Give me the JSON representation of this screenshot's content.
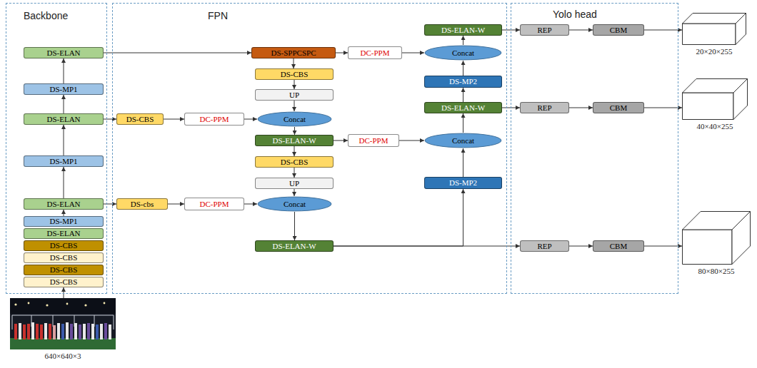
{
  "diagram": {
    "nodes": [
      {
        "text": [
          "Backbone"
        ]
      },
      {
        "text": [
          "FPN"
        ]
      },
      {
        "text": [
          "Yolo head"
        ]
      },
      {
        "text": [
          "DS-ELAN"
        ],
        "in": 0
      },
      {
        "text": [
          "DS-MP1"
        ],
        "in": 0
      },
      {
        "text": [
          "DS-ELAN"
        ],
        "in": 0
      },
      {
        "text": [
          "DS-MP1"
        ],
        "in": 0
      },
      {
        "text": [
          "DS-ELAN"
        ],
        "in": 0
      },
      {
        "text": [
          "DS-MP1"
        ],
        "in": 0
      },
      {
        "text": [
          "DS-ELAN"
        ],
        "in": 0
      },
      {
        "text": [
          "DS-CBS"
        ],
        "in": 0
      },
      {
        "text": [
          "DS-CBS"
        ],
        "in": 0
      },
      {
        "text": [
          "DS-CBS"
        ],
        "in": 0
      },
      {
        "text": [
          "DS-CBS"
        ],
        "in": 0
      },
      {
        "text": [
          "DS-SPPCSPC"
        ],
        "in": 1
      },
      {
        "text": [
          "DC-PPM"
        ],
        "in": 1
      },
      {
        "text": [
          "DS-ELAN-W"
        ],
        "in": 1
      },
      {
        "text": [
          "Concat"
        ],
        "in": 1
      },
      {
        "text": [
          "DS-CBS"
        ],
        "in": 1
      },
      {
        "text": [
          "DS-MP2"
        ],
        "in": 1
      },
      {
        "text": [
          "UP"
        ],
        "in": 1
      },
      {
        "text": [
          "DS-ELAN-W"
        ],
        "in": 1
      },
      {
        "text": [
          "DS-CBS"
        ],
        "in": 1
      },
      {
        "text": [
          "DC-PPM"
        ],
        "in": 1
      },
      {
        "text": [
          "Concat"
        ],
        "in": 1
      },
      {
        "text": [
          "Concat"
        ],
        "in": 1
      },
      {
        "text": [
          "DS-ELAN-W"
        ],
        "in": 1
      },
      {
        "text": [
          "DC-PPM"
        ],
        "in": 1
      },
      {
        "text": [
          "DS-CBS"
        ],
        "in": 1
      },
      {
        "text": [
          "DS-MP2"
        ],
        "in": 1
      },
      {
        "text": [
          "UP"
        ],
        "in": 1
      },
      {
        "text": [
          "DS-cbs"
        ],
        "in": 1
      },
      {
        "text": [
          "DC-PPM"
        ],
        "in": 1
      },
      {
        "text": [
          "Concat"
        ],
        "in": 1
      },
      {
        "text": [
          "DS-ELAN-W"
        ],
        "in": 1
      },
      {
        "text": [
          "REP"
        ],
        "in": 2
      },
      {
        "text": [
          "CBM"
        ],
        "in": 2
      },
      {
        "text": [
          "REP"
        ],
        "in": 2
      },
      {
        "text": [
          "CBM"
        ],
        "in": 2
      },
      {
        "text": [
          "REP"
        ],
        "in": 2
      },
      {
        "text": [
          "CBM"
        ],
        "in": 2
      },
      {
        "text": [
          "20×20×255"
        ]
      },
      {
        "text": [
          "40×40×255"
        ]
      },
      {
        "text": [
          "80×80×255"
        ]
      },
      {
        "text": [
          "640×640×3"
        ]
      }
    ],
    "edges": [
      {
        "from": 44,
        "to": 13,
        "arrow": "to"
      },
      {
        "from": 8,
        "to": 7,
        "arrow": "to"
      },
      {
        "from": 7,
        "to": 6,
        "arrow": "to"
      },
      {
        "from": 6,
        "to": 5,
        "arrow": "to"
      },
      {
        "from": 5,
        "to": 4,
        "arrow": "to"
      },
      {
        "from": 4,
        "to": 3,
        "arrow": "to"
      },
      {
        "from": 3,
        "to": 14,
        "arrow": "to"
      },
      {
        "from": 14,
        "to": 15,
        "arrow": "to"
      },
      {
        "from": 15,
        "to": 17,
        "arrow": "to"
      },
      {
        "from": 14,
        "to": 18,
        "arrow": "to"
      },
      {
        "from": 18,
        "to": 20,
        "arrow": "to"
      },
      {
        "from": 20,
        "to": 24,
        "arrow": "to"
      },
      {
        "from": 5,
        "to": 22,
        "arrow": "to"
      },
      {
        "from": 22,
        "to": 23,
        "arrow": "to"
      },
      {
        "from": 23,
        "to": 24,
        "arrow": "to"
      },
      {
        "from": 24,
        "to": 26,
        "arrow": "to"
      },
      {
        "from": 26,
        "to": 28,
        "arrow": "to"
      },
      {
        "from": 28,
        "to": 30,
        "arrow": "to"
      },
      {
        "from": 30,
        "to": 33,
        "arrow": "to"
      },
      {
        "from": 26,
        "to": 27,
        "arrow": "to"
      },
      {
        "from": 27,
        "to": 25,
        "arrow": "to"
      },
      {
        "from": 7,
        "to": 31,
        "arrow": "to"
      },
      {
        "from": 31,
        "to": 32,
        "arrow": "to"
      },
      {
        "from": 32,
        "to": 33,
        "arrow": "to"
      },
      {
        "from": 33,
        "to": 34,
        "arrow": "to"
      },
      {
        "from": 34,
        "to": 39,
        "arrow": "to"
      },
      {
        "from": 34,
        "to": 29,
        "arrow": "to"
      },
      {
        "from": 29,
        "to": 25,
        "arrow": "to"
      },
      {
        "from": 25,
        "to": 21,
        "arrow": "to"
      },
      {
        "from": 21,
        "to": 19,
        "arrow": "to"
      },
      {
        "from": 21,
        "to": 37,
        "arrow": "to"
      },
      {
        "from": 19,
        "to": 17,
        "arrow": "to"
      },
      {
        "from": 17,
        "to": 16,
        "arrow": "to"
      },
      {
        "from": 16,
        "to": 35,
        "arrow": "to"
      },
      {
        "from": 35,
        "to": 36,
        "arrow": "to"
      },
      {
        "from": 36,
        "to": 41,
        "arrow": "to"
      },
      {
        "from": 37,
        "to": 38,
        "arrow": "to"
      },
      {
        "from": 38,
        "to": 42,
        "arrow": "to"
      },
      {
        "from": 39,
        "to": 40,
        "arrow": "to"
      },
      {
        "from": 40,
        "to": 43,
        "arrow": "to"
      }
    ]
  }
}
